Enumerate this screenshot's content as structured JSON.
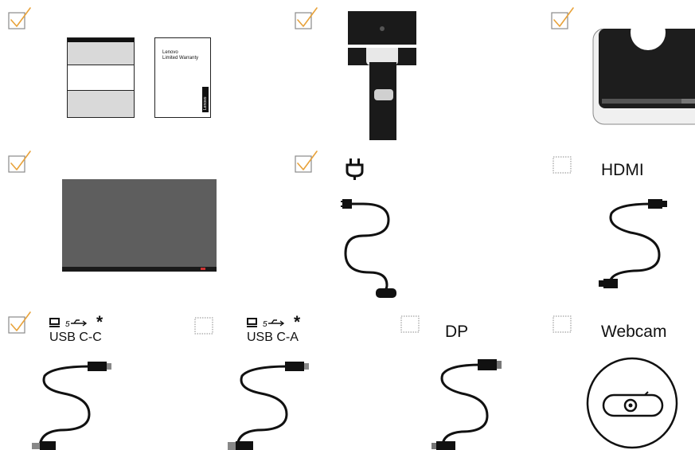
{
  "items": [
    {
      "name": "documentation",
      "checked": true
    },
    {
      "name": "stand",
      "checked": true
    },
    {
      "name": "base",
      "checked": true
    },
    {
      "name": "monitor",
      "checked": true
    },
    {
      "name": "power-cable",
      "checked": true
    },
    {
      "name": "hdmi-cable",
      "checked": false,
      "label": "HDMI"
    },
    {
      "name": "usb-c-c-cable",
      "checked": true,
      "label": "USB C-C",
      "mark": "*",
      "usb_speed": "5"
    },
    {
      "name": "usb-c-a-cable",
      "checked": false,
      "label": "USB C-A",
      "mark": "*",
      "usb_speed": "5"
    },
    {
      "name": "dp-cable",
      "checked": false,
      "label": "DP"
    },
    {
      "name": "webcam",
      "checked": false,
      "label": "Webcam"
    }
  ],
  "warranty": {
    "line1": "Lenovo",
    "line2": "Limited Warranty",
    "brand": "Lenovo"
  },
  "colors": {
    "check": "#e8a23a",
    "box": "#8a8a8a",
    "dark": "#1a1a1a",
    "screen": "#5e5e5e"
  }
}
